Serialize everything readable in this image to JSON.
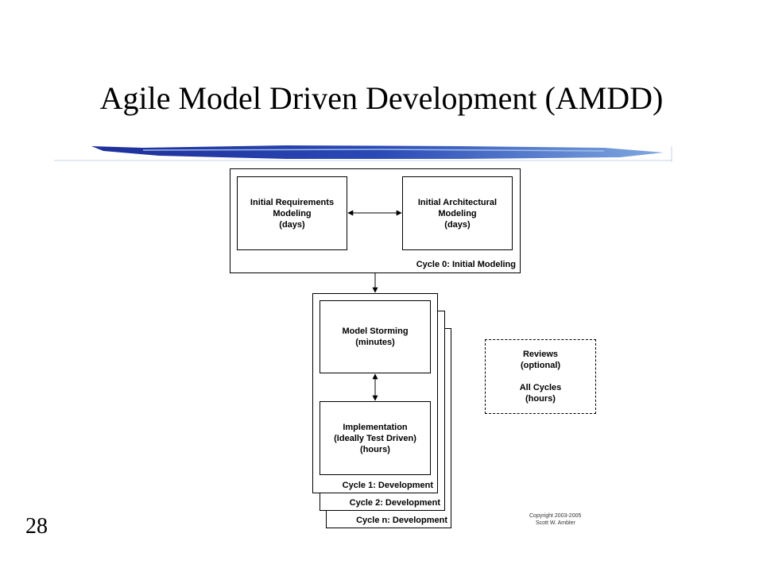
{
  "slide": {
    "title": "Agile Model Driven Development (AMDD)",
    "number": "28"
  },
  "cycle0": {
    "label": "Cycle 0: Initial Modeling",
    "requirements": [
      "Initial Requirements",
      "Modeling",
      "(days)"
    ],
    "architecture": [
      "Initial Architectural",
      "Modeling",
      "(days)"
    ]
  },
  "cycles": {
    "labels": [
      "Cycle 1: Development",
      "Cycle 2: Development",
      "Cycle n: Development"
    ],
    "model_storming": [
      "Model Storming",
      "(minutes)"
    ],
    "implementation": [
      "Implementation",
      "(Ideally Test Driven)",
      "(hours)"
    ]
  },
  "reviews": [
    "Reviews",
    "(optional)",
    "",
    "All Cycles",
    "(hours)"
  ],
  "copyright": [
    "Copyright 2003-2005",
    "Scott W. Ambler"
  ],
  "colors": {
    "brush_dark": "#1f2f9a",
    "brush_light": "#7fa8e0"
  }
}
